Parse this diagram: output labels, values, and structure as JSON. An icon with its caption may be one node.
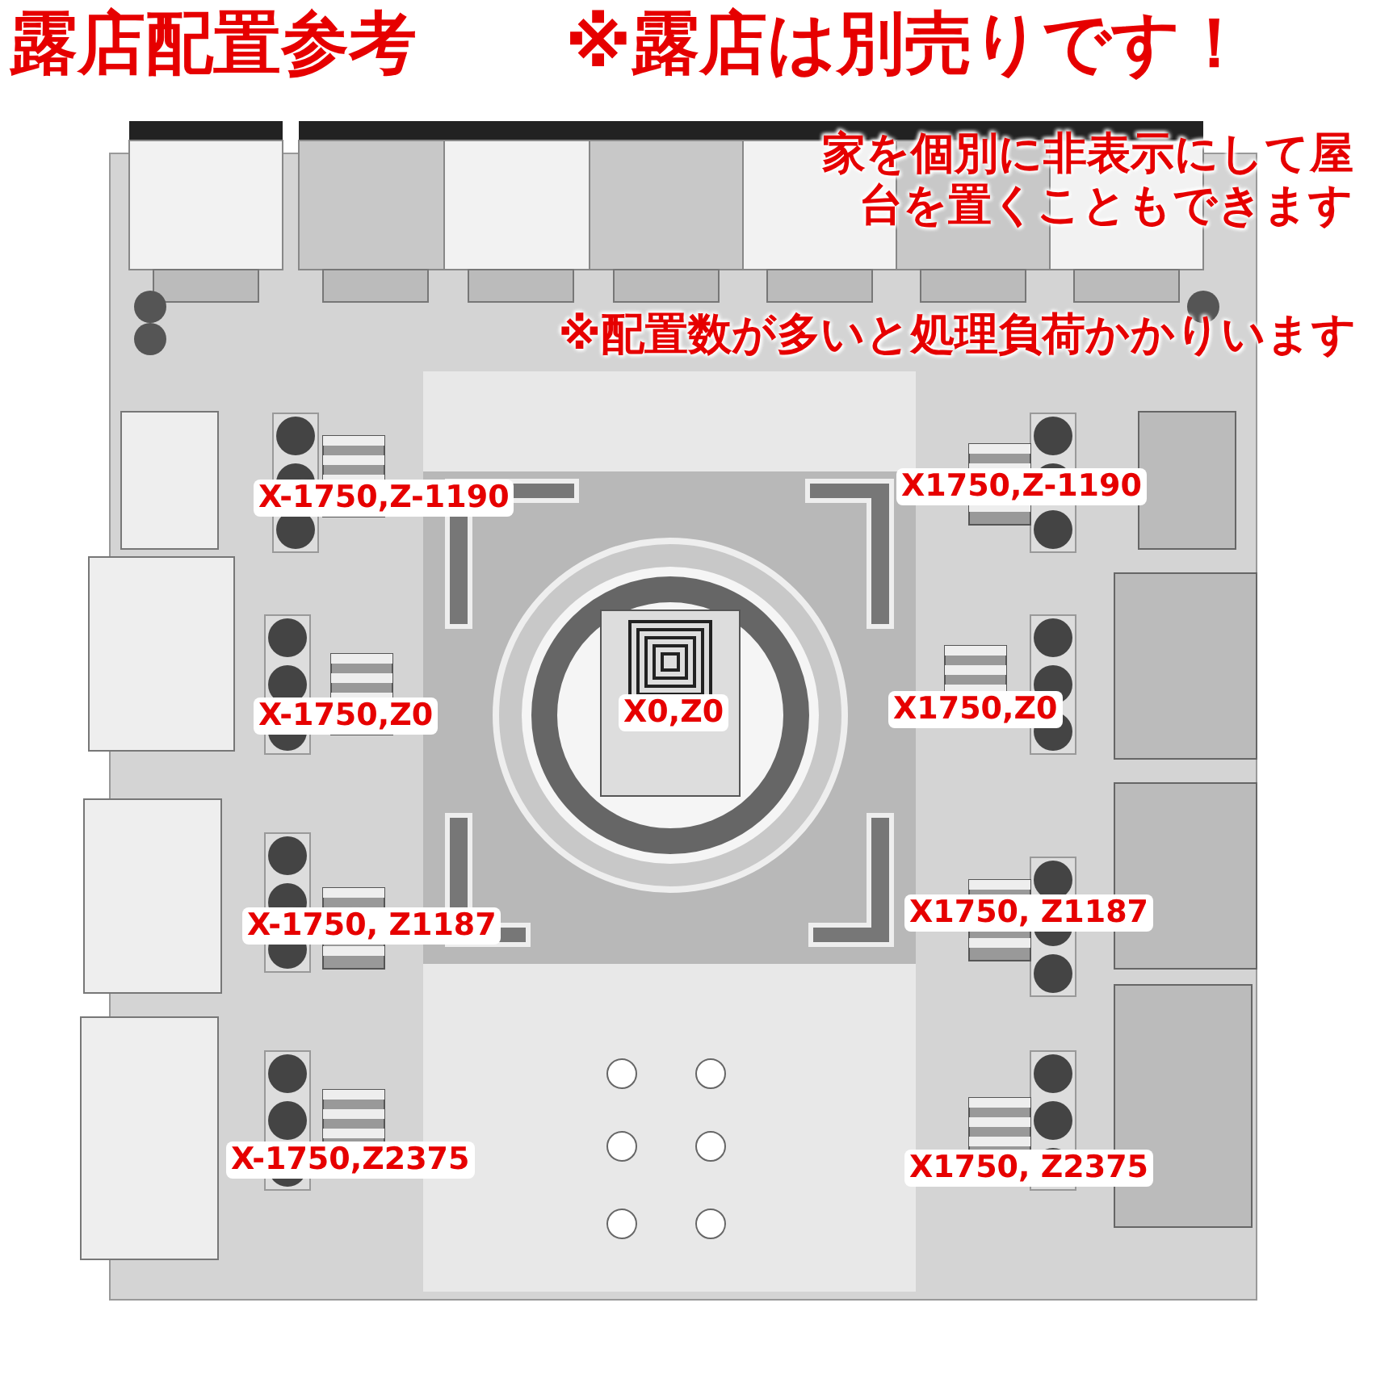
{
  "diagram": {
    "title": "露店配置参考",
    "labels": [
      "※露店は別売りです！",
      "家を個別に非表示にして屋台を置くこともできます",
      "※配置数が多いと処理負荷かかりいます",
      "X-1750,Z-1190",
      "X1750,Z-1190",
      "X-1750,Z0",
      "X0,Z0",
      "X1750,Z0",
      "X-1750, Z1187",
      "X1750, Z1187",
      "X-1750,Z2375",
      "X1750, Z2375"
    ]
  }
}
